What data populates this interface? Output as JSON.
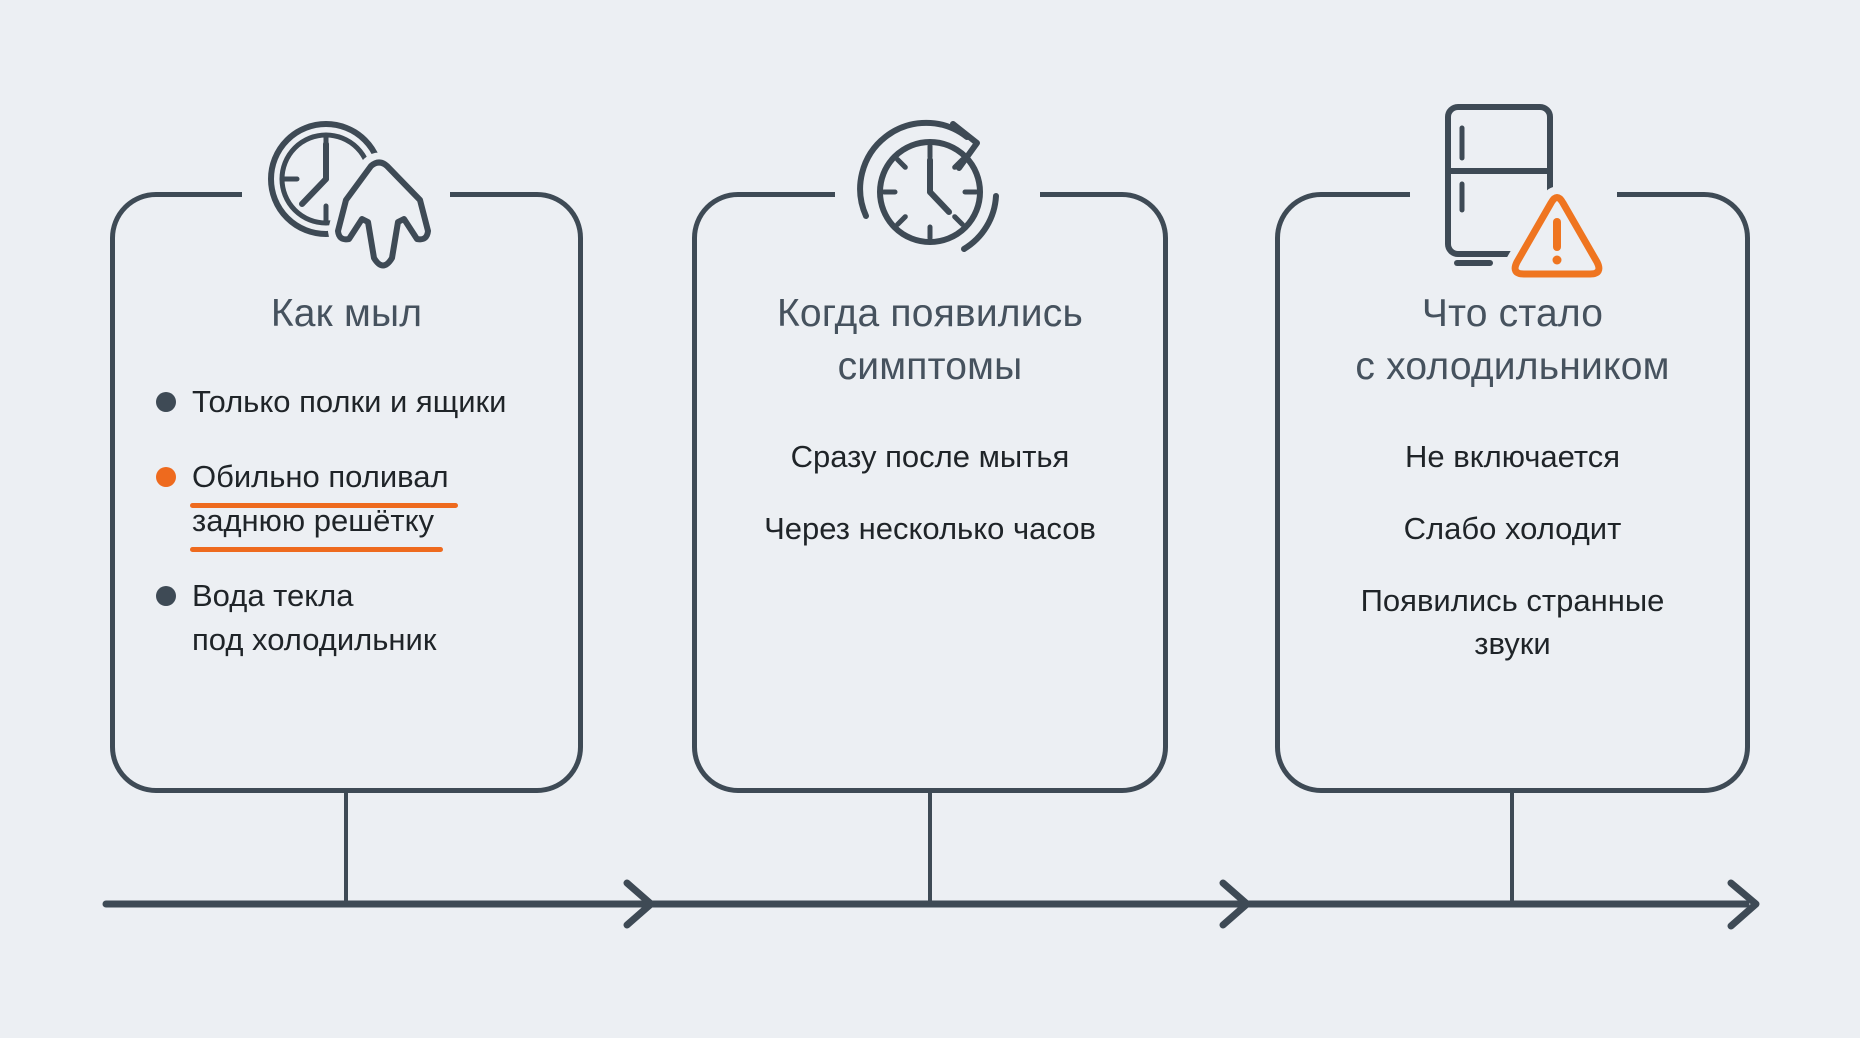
{
  "page": {
    "background_color": "#eceff3",
    "type": "infographic-timeline"
  },
  "colors": {
    "outline": "#3e4a55",
    "title_text": "#46525e",
    "body_text": "#1f2428",
    "accent_orange": "#ee6a1e",
    "warning_orange": "#ef7520"
  },
  "cards": [
    {
      "name": "how-washed",
      "icon": "clock-cloth-icon",
      "title_lines": [
        "Как мыл"
      ],
      "items": [
        {
          "bullet": "slate",
          "underlined": false,
          "lines": [
            "Только полки и ящики"
          ]
        },
        {
          "bullet": "orange",
          "underlined": true,
          "lines": [
            "Обильно поливал",
            "заднюю решётку"
          ]
        },
        {
          "bullet": "slate",
          "underlined": false,
          "lines": [
            "Вода текла",
            "под холодильник"
          ]
        }
      ]
    },
    {
      "name": "when-symptoms-appeared",
      "icon": "clock-refresh-icon",
      "title_lines": [
        "Когда появились",
        "симптомы"
      ],
      "items": [
        {
          "lines": [
            "Сразу после мытья"
          ]
        },
        {
          "lines": [
            "Через несколько часов"
          ]
        }
      ]
    },
    {
      "name": "what-happened-to-fridge",
      "icon": "fridge-warning-icon",
      "title_lines": [
        "Что стало",
        "с холодильником"
      ],
      "items": [
        {
          "lines": [
            "Не включается"
          ]
        },
        {
          "lines": [
            "Слабо холодит"
          ]
        },
        {
          "lines": [
            "Появились странные",
            "звуки"
          ]
        }
      ]
    }
  ],
  "timeline": {
    "direction": "left-to-right",
    "arrow_count": 3
  }
}
